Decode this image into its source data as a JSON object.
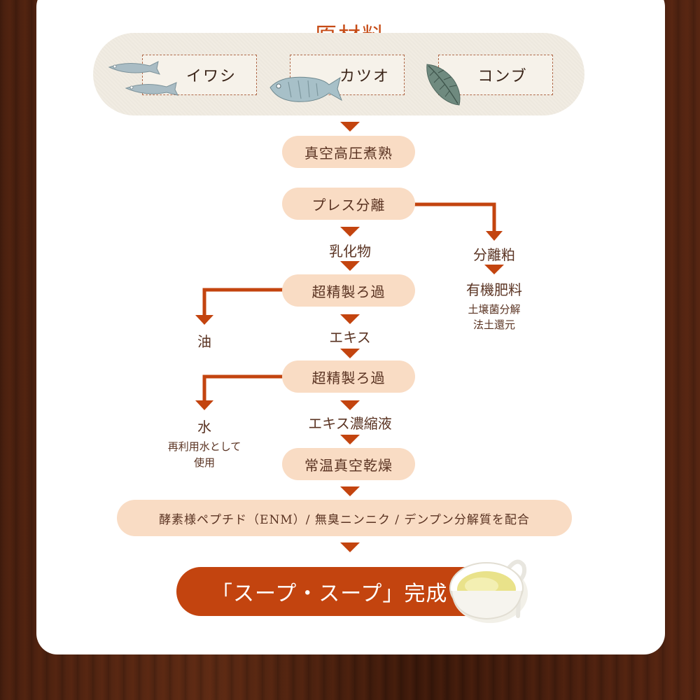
{
  "ingredients": {
    "title": "原材料",
    "items": [
      {
        "label": "イワシ",
        "icon": "sardine-icon"
      },
      {
        "label": "カツオ",
        "icon": "bonito-icon"
      },
      {
        "label": "コンブ",
        "icon": "kelp-icon"
      }
    ]
  },
  "flow": {
    "step1": "真空高圧煮熟",
    "step2": "プレス分離",
    "emulsion": "乳化物",
    "step3": "超精製ろ過",
    "extract": "エキス",
    "step4": "超精製ろ過",
    "concentrate": "エキス濃縮液",
    "step5": "常温真空乾燥",
    "blend": "酵素様ペプチド（ENM）/ 無臭ニンニク / デンプン分解質を配合",
    "final": "「スープ・スープ」完成"
  },
  "byproducts": {
    "press_cake": "分離粕",
    "fertilizer": "有機肥料",
    "fertilizer_note_1": "土壌菌分解",
    "fertilizer_note_2": "法土還元",
    "oil": "油",
    "water": "水",
    "water_note_1": "再利用水として",
    "water_note_2": "使用"
  },
  "colors": {
    "accent": "#c3440f",
    "pill": "#f9dcc4",
    "text": "#5a3322"
  }
}
